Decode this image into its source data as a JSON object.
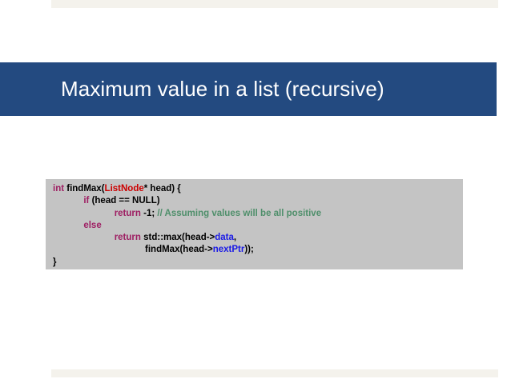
{
  "slide": {
    "title": "Maximum value in a list (recursive)",
    "colors": {
      "title_band": "#234a80",
      "title_text": "#ffffff",
      "code_background": "#c4c4c4",
      "deco_bar": "#f4f2ec",
      "keyword": "#9e1f63",
      "type": "#cc0000",
      "member": "#1a1ae6",
      "comment": "#4f8f6b",
      "plain": "#000000"
    }
  },
  "code": {
    "language": "cpp",
    "plain_text": "int findMax(ListNode* head) {\n            if (head == NULL)\n                        return -1; // Assuming values will be all positive\n            else\n                        return std::max(head->data,\n                                    findMax(head->nextPtr));\n}",
    "lines": [
      {
        "indent": "",
        "tokens": [
          {
            "text": "int",
            "kind": "keyword"
          },
          {
            "text": " findMax(",
            "kind": "plain"
          },
          {
            "text": "ListNode",
            "kind": "type"
          },
          {
            "text": "* head) {",
            "kind": "plain"
          }
        ]
      },
      {
        "indent": "            ",
        "tokens": [
          {
            "text": "if",
            "kind": "keyword"
          },
          {
            "text": " (head == NULL)",
            "kind": "plain"
          }
        ]
      },
      {
        "indent": "                        ",
        "tokens": [
          {
            "text": "return",
            "kind": "keyword"
          },
          {
            "text": " -1; ",
            "kind": "plain"
          },
          {
            "text": "// Assuming values will be all positive",
            "kind": "comment"
          }
        ]
      },
      {
        "indent": "            ",
        "tokens": [
          {
            "text": "else",
            "kind": "keyword"
          }
        ]
      },
      {
        "indent": "                        ",
        "tokens": [
          {
            "text": "return",
            "kind": "keyword"
          },
          {
            "text": " std::max(head->",
            "kind": "plain"
          },
          {
            "text": "data",
            "kind": "member"
          },
          {
            "text": ",",
            "kind": "plain"
          }
        ]
      },
      {
        "indent": "                                    ",
        "tokens": [
          {
            "text": "findMax(head->",
            "kind": "plain"
          },
          {
            "text": "nextPtr",
            "kind": "member"
          },
          {
            "text": "));",
            "kind": "plain"
          }
        ]
      },
      {
        "indent": "",
        "tokens": [
          {
            "text": "}",
            "kind": "plain"
          }
        ]
      }
    ]
  }
}
